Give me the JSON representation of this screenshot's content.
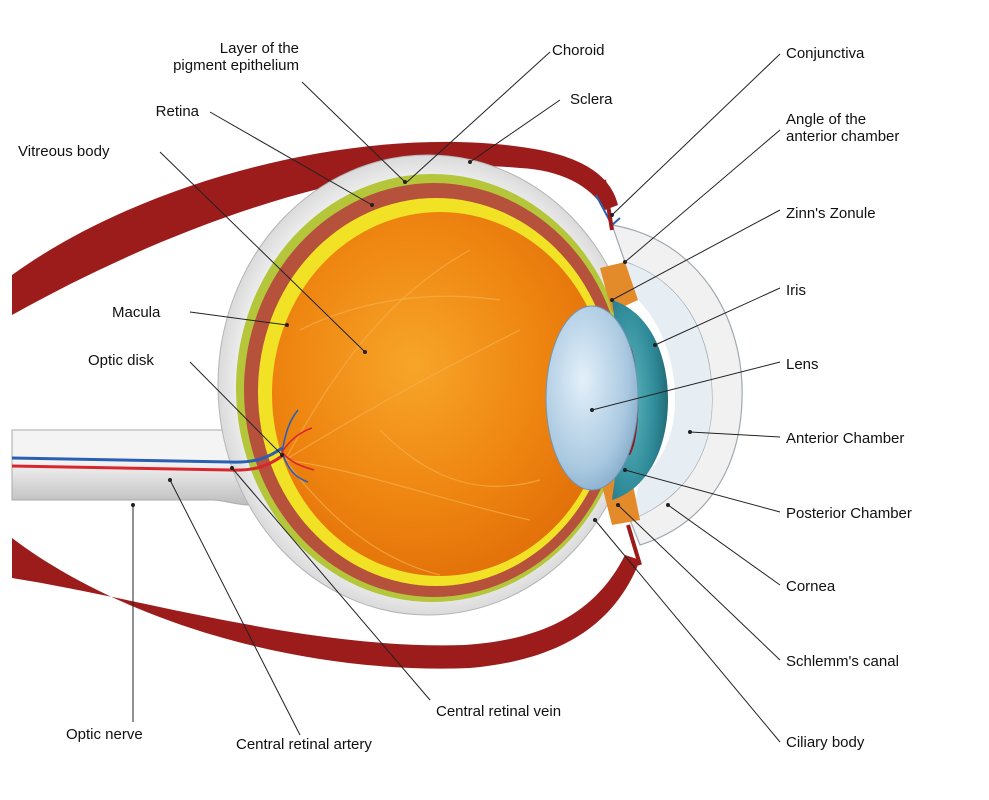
{
  "labels": {
    "layer_pigment_epithelium": [
      "Layer of the",
      "pigment epithelium"
    ],
    "retina": "Retina",
    "vitreous_body": "Vitreous body",
    "macula": "Macula",
    "optic_disk": "Optic disk",
    "optic_nerve": "Optic nerve",
    "central_retinal_artery": "Central retinal artery",
    "central_retinal_vein": "Central retinal vein",
    "choroid": "Choroid",
    "sclera": "Sclera",
    "conjunctiva": "Conjunctiva",
    "angle_anterior_chamber": [
      "Angle of the",
      "anterior chamber"
    ],
    "zinns_zonule": "Zinn's Zonule",
    "iris": "Iris",
    "lens": "Lens",
    "anterior_chamber": "Anterior Chamber",
    "posterior_chamber": "Posterior Chamber",
    "cornea": "Cornea",
    "schlemms_canal": "Schlemm's canal",
    "ciliary_body": "Ciliary body"
  },
  "colors": {
    "muscle": "#9c1c1c",
    "sclera": "#d9d9d9",
    "choroid": "#b6513c",
    "pigment_layer": "#b5c63a",
    "retina": "#f2e226",
    "vitreous": "#f08a14",
    "iris": "#2f8a98",
    "lens": "#a9c8e0",
    "artery": "#d8262c",
    "vein": "#2a5fb3"
  }
}
